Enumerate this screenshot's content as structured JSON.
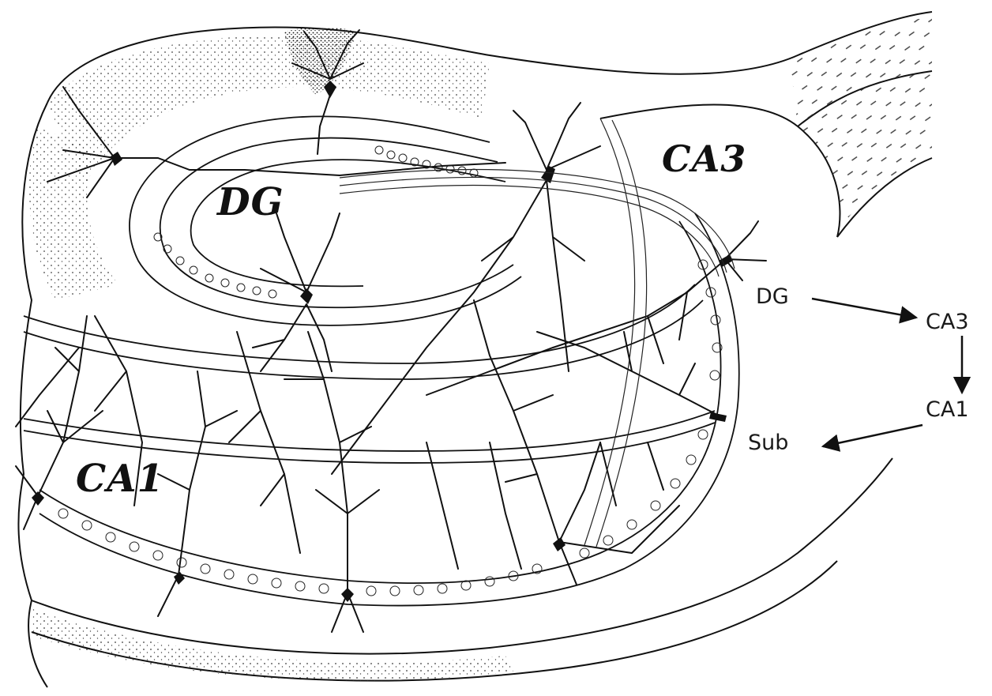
{
  "region_labels": {
    "dg": "DG",
    "ca3": "CA3",
    "ca1": "CA1"
  },
  "flow": {
    "nodes": {
      "dg": "DG",
      "ca3": "CA3",
      "ca1": "CA1",
      "sub": "Sub"
    }
  },
  "colors": {
    "ink": "#111111",
    "paper": "#ffffff"
  }
}
